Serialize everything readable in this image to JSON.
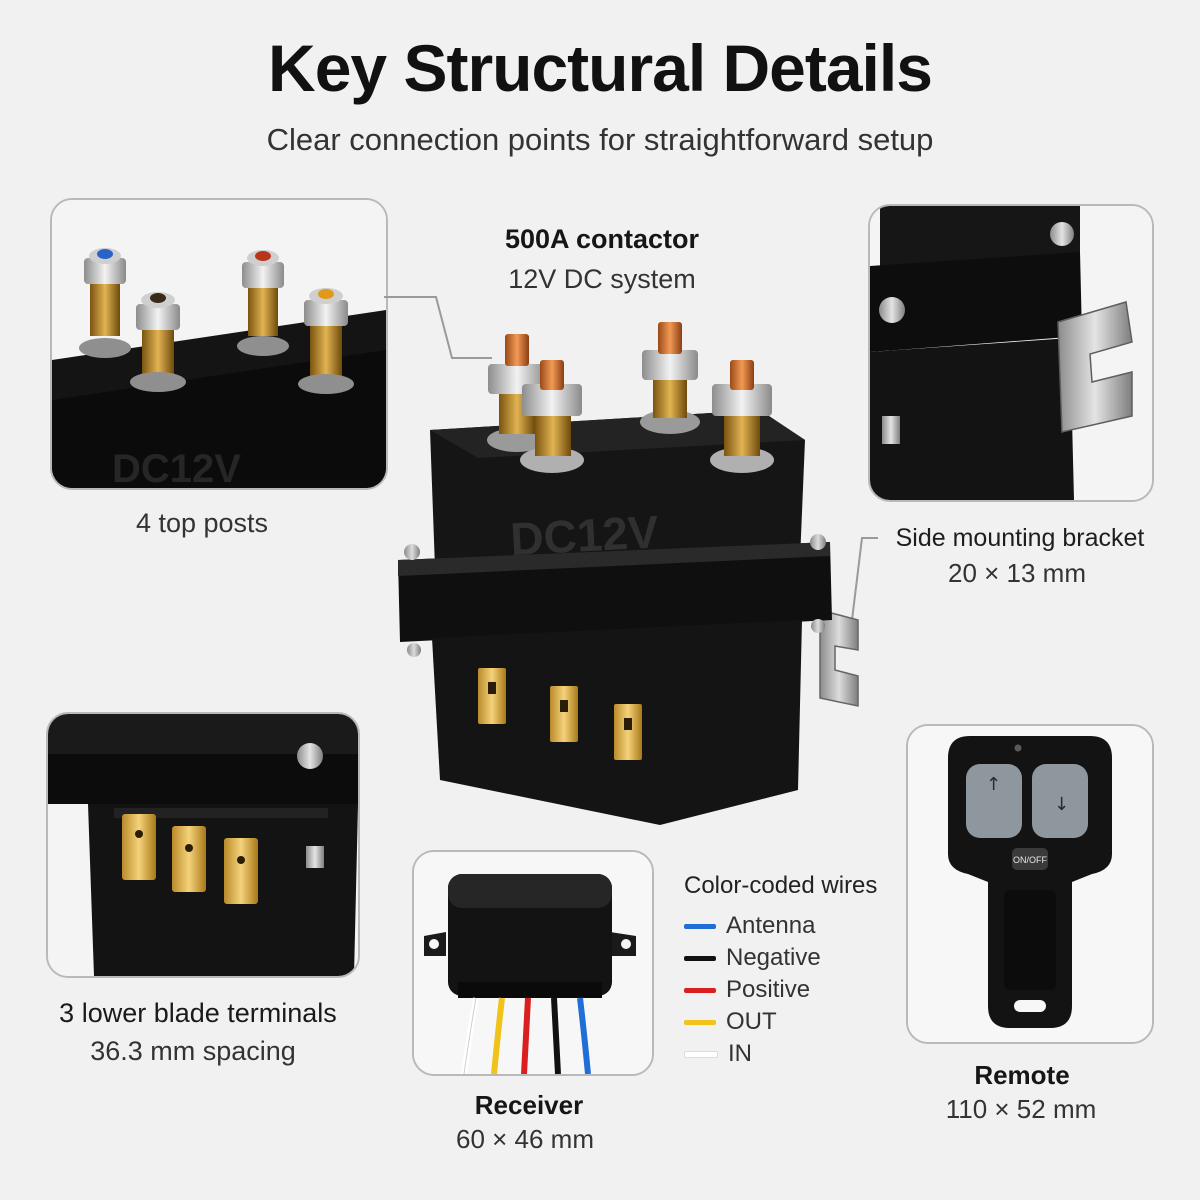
{
  "header": {
    "title": "Key Structural Details",
    "subtitle": "Clear connection points for straightforward setup"
  },
  "contactor": {
    "title": "500A contactor",
    "subtitle": "12V DC system",
    "embossed_text": "DC12V"
  },
  "top_posts": {
    "label": "4 top posts",
    "embossed_text": "DC12V"
  },
  "bracket": {
    "title": "Side mounting bracket",
    "size": "20 × 13 mm"
  },
  "blade_terminals": {
    "title": "3 lower blade terminals",
    "spacing": "36.3 mm spacing"
  },
  "receiver": {
    "title": "Receiver",
    "size": "60 × 46 mm"
  },
  "remote": {
    "title": "Remote",
    "size": "110 × 52 mm",
    "button_text": "ON/OFF"
  },
  "wires": {
    "title": "Color-coded wires",
    "items": [
      {
        "label": "Antenna",
        "color": "#1f6fd6"
      },
      {
        "label": "Negative",
        "color": "#111111"
      },
      {
        "label": "Positive",
        "color": "#d91f1f"
      },
      {
        "label": "OUT",
        "color": "#f0c21a"
      },
      {
        "label": "IN",
        "color": "#ffffff"
      }
    ]
  }
}
